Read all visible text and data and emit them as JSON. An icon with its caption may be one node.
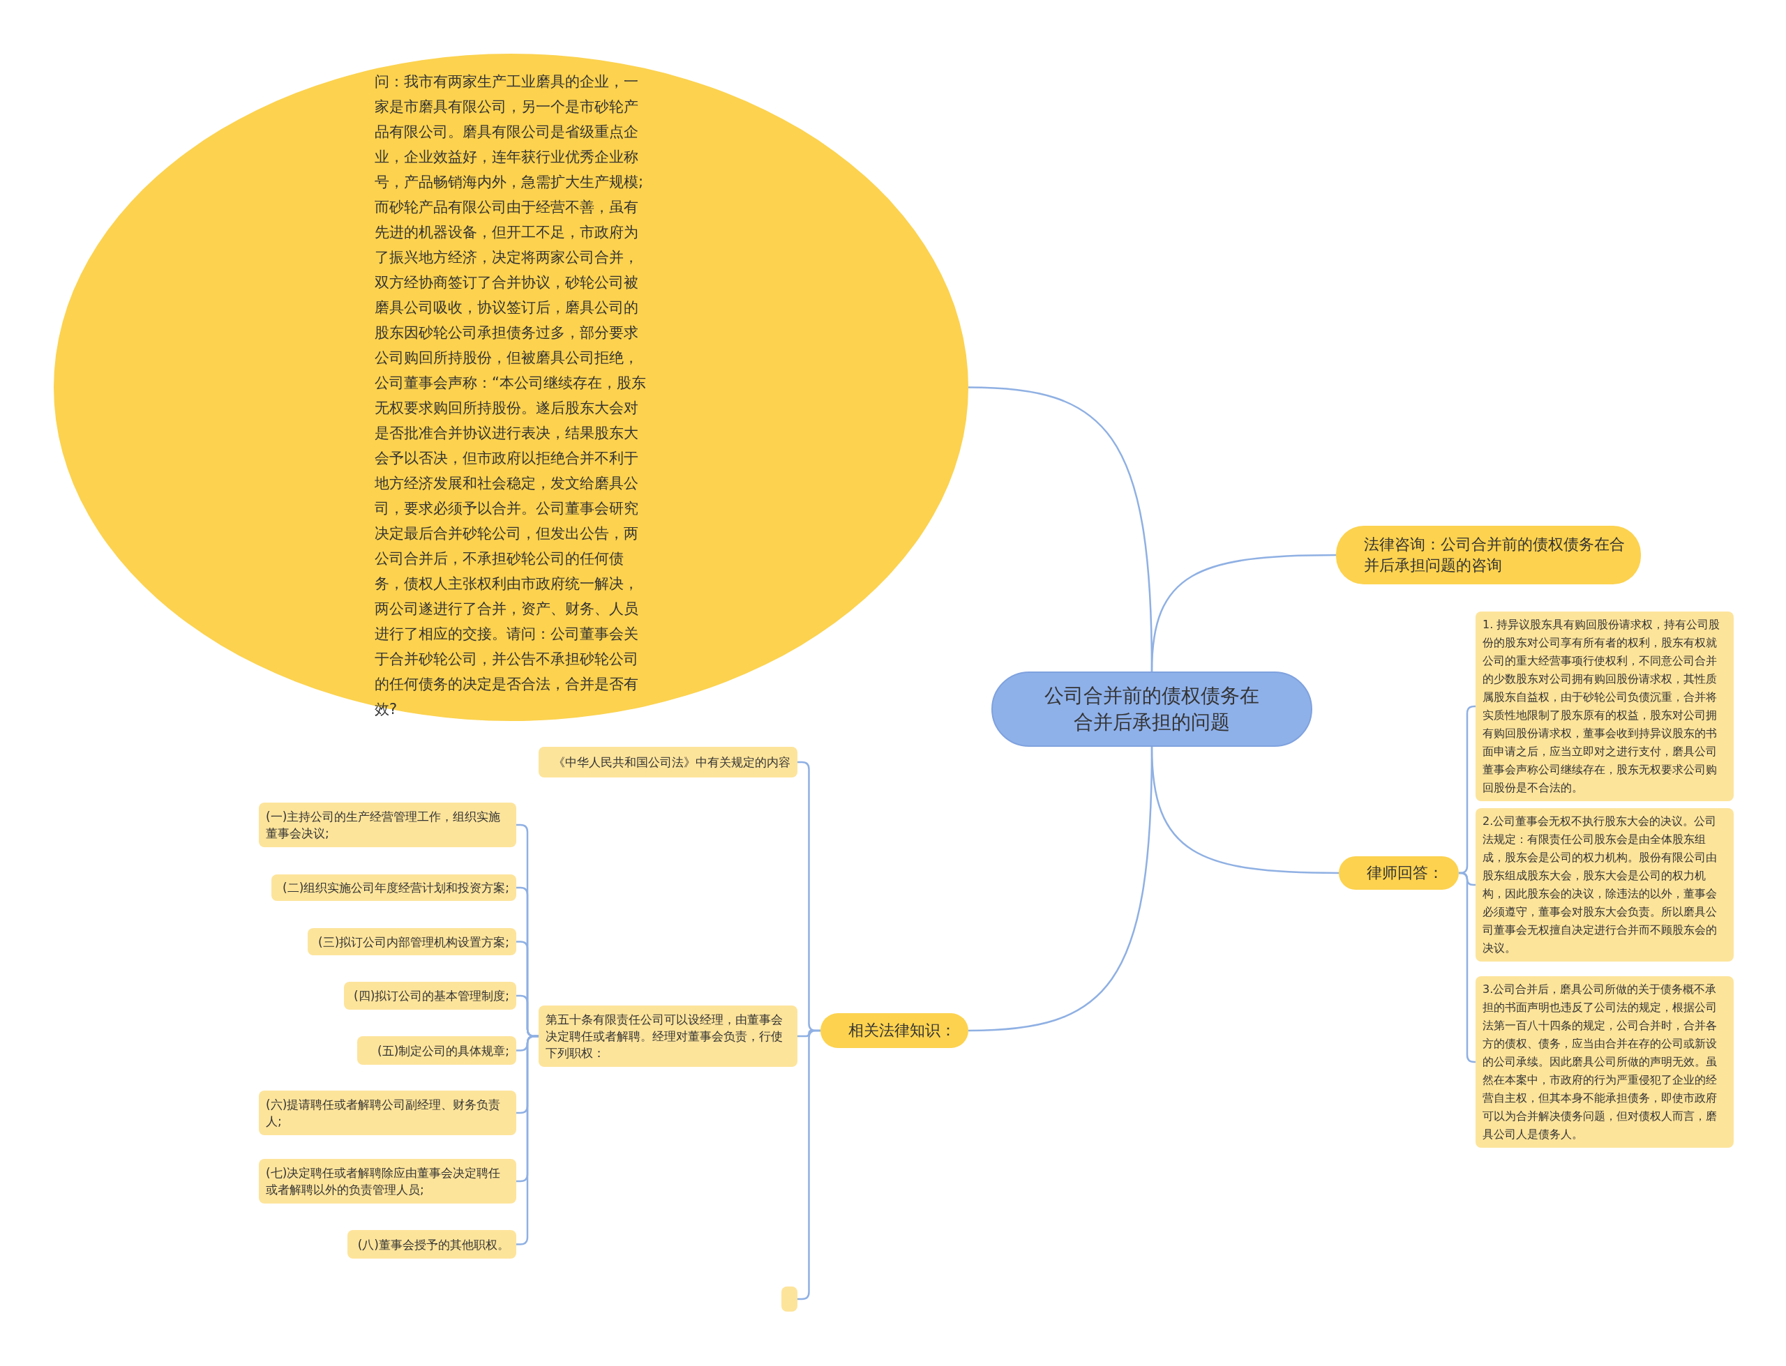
{
  "diagram": {
    "nodes": [
      {
        "text": [
          "公司合并前的债权债务在合并后承担的问题"
        ]
      },
      {
        "text": [
          "问：我市有两家生产工业磨具的企业，一家是市磨具有限公司，另一个是市砂轮产品有限公司。磨具有限公司是省级重点企业，企业效益好，连年获行业优秀企业称号，产品畅销海内外，急需扩大生产规模;而砂轮产品有限公司由于经营不善，虽有先进的机器设备，但开工不足，市政府为了振兴地方经济，决定将两家公司合并，双方经协商签订了合并协议，砂轮公司被磨具公司吸收，协议签订后，磨具公司的股东因砂轮公司承担债务过多，部分要求公司购回所持股份，但被磨具公司拒绝，公司董事会声称：“本公司继续存在，股东无权要求购回所持股份。遂后股东大会对是否批准合并协议进行表决，结果股东大会予以否决，但市政府以拒绝合并不利于地方经济发展和社会稳定，发文给磨具公司，要求必须予以合并。公司董事会研究决定最后合并砂轮公司，但发出公告，两公司合并后，不承担砂轮公司的任何债务，债权人主张权利由市政府统一解决，两公司遂进行了合并，资产、财务、人员进行了相应的交接。请问：公司董事会关于合并砂轮公司，并公告不承担砂轮公司的任何债务的决定是否合法，合并是否有效?"
        ]
      },
      {
        "text": [
          "法律咨询：公司合并前的债权债务在合并后承担问题的咨询"
        ]
      },
      {
        "text": [
          "律师回答："
        ]
      },
      {
        "text": [
          "1. 持异议股东具有购回股份请求权，持有公司股份的股东对公司享有所有者的权利，股东有权就公司的重大经营事项行使权利，不同意公司合并的少数股东对公司拥有购回股份请求权，其性质属股东自益权，由于砂轮公司负债沉重，合并将实质性地限制了股东原有的权益，股东对公司拥有购回股份请求权，董事会收到持异议股东的书面申请之后，应当立即对之进行支付，磨具公司董事会声称公司继续存在，股东无权要求公司购回股份是不合法的。"
        ]
      },
      {
        "text": [
          "2.公司董事会无权不执行股东大会的决议。公司法规定：有限责任公司股东会是由全体股东组成，股东会是公司的权力机构。股份有限公司由股东组成股东大会，股东大会是公司的权力机构，因此股东会的决议，除违法的以外，董事会必须遵守，董事会对股东大会负责。所以磨具公司董事会无权擅自决定进行合并而不顾股东会的决议。"
        ]
      },
      {
        "text": [
          "3.公司合并后，磨具公司所做的关于债务概不承担的书面声明也违反了公司法的规定，根据公司法第一百八十四条的规定，公司合并时，合并各方的债权、债务，应当由合并在存的公司或新设的公司承续。因此磨具公司所做的声明无效。虽然在本案中，市政府的行为严重侵犯了企业的经营自主权，但其本身不能承担债务，即使市政府可以为合并解决债务问题，但对债权人而言，磨具公司人是债务人。"
        ]
      },
      {
        "text": [
          "相关法律知识："
        ]
      },
      {
        "text": [
          "《中华人民共和国公司法》中有关规定的内容"
        ]
      },
      {
        "text": [
          "第五十条有限责任公司可以设经理，由董事会决定聘任或者解聘。经理对董事会负责，行使下列职权："
        ]
      },
      {
        "text": [],
        "shape": "box"
      },
      {
        "text": [
          "(一)主持公司的生产经营管理工作，组织实施董事会决议;"
        ]
      },
      {
        "text": [
          "(二)组织实施公司年度经营计划和投资方案;"
        ]
      },
      {
        "text": [
          "(三)拟订公司内部管理机构设置方案;"
        ]
      },
      {
        "text": [
          "(四)拟订公司的基本管理制度;"
        ]
      },
      {
        "text": [
          "(五)制定公司的具体规章;"
        ]
      },
      {
        "text": [
          "(六)提请聘任或者解聘公司副经理、财务负责人;"
        ]
      },
      {
        "text": [
          "(七)决定聘任或者解聘除应由董事会决定聘任或者解聘以外的负责管理人员;"
        ]
      },
      {
        "text": [
          "(八)董事会授予的其他职权。"
        ]
      }
    ],
    "edges": [
      {
        "from": 0,
        "to": 1,
        "arrow": "none"
      },
      {
        "from": 0,
        "to": 2,
        "arrow": "none"
      },
      {
        "from": 0,
        "to": 3,
        "arrow": "none"
      },
      {
        "from": 3,
        "to": 4,
        "arrow": "none"
      },
      {
        "from": 3,
        "to": 5,
        "arrow": "none"
      },
      {
        "from": 3,
        "to": 6,
        "arrow": "none"
      },
      {
        "from": 0,
        "to": 7,
        "arrow": "none"
      },
      {
        "from": 7,
        "to": 8,
        "arrow": "none"
      },
      {
        "from": 7,
        "to": 9,
        "arrow": "none"
      },
      {
        "from": 9,
        "to": 11,
        "arrow": "none"
      },
      {
        "from": 9,
        "to": 12,
        "arrow": "none"
      },
      {
        "from": 9,
        "to": 13,
        "arrow": "none"
      },
      {
        "from": 9,
        "to": 14,
        "arrow": "none"
      },
      {
        "from": 9,
        "to": 15,
        "arrow": "none"
      },
      {
        "from": 9,
        "to": 16,
        "arrow": "none"
      },
      {
        "from": 9,
        "to": 17,
        "arrow": "none"
      },
      {
        "from": 9,
        "to": 18,
        "arrow": "none"
      },
      {
        "from": 7,
        "to": 10,
        "arrow": "none"
      }
    ]
  }
}
